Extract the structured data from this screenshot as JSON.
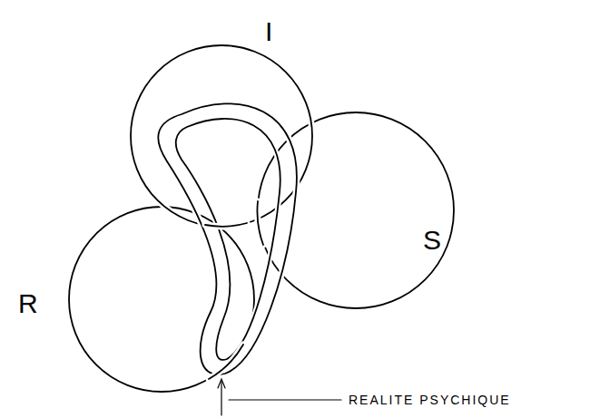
{
  "diagram": {
    "labels": [
      "I",
      "S",
      "R",
      "REALITE PSYCHIQUE"
    ]
  }
}
